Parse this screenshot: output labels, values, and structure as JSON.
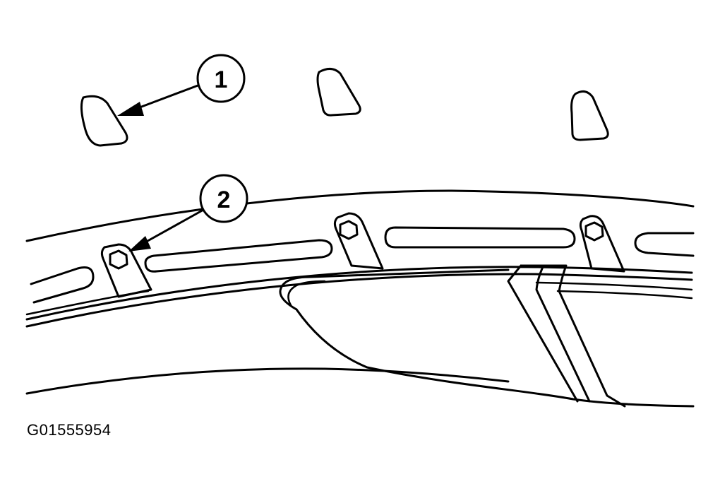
{
  "callouts": [
    {
      "label": "1"
    },
    {
      "label": "2"
    }
  ],
  "figure_id": "G01555954",
  "colors": {
    "line": "#000000",
    "background": "#ffffff"
  }
}
